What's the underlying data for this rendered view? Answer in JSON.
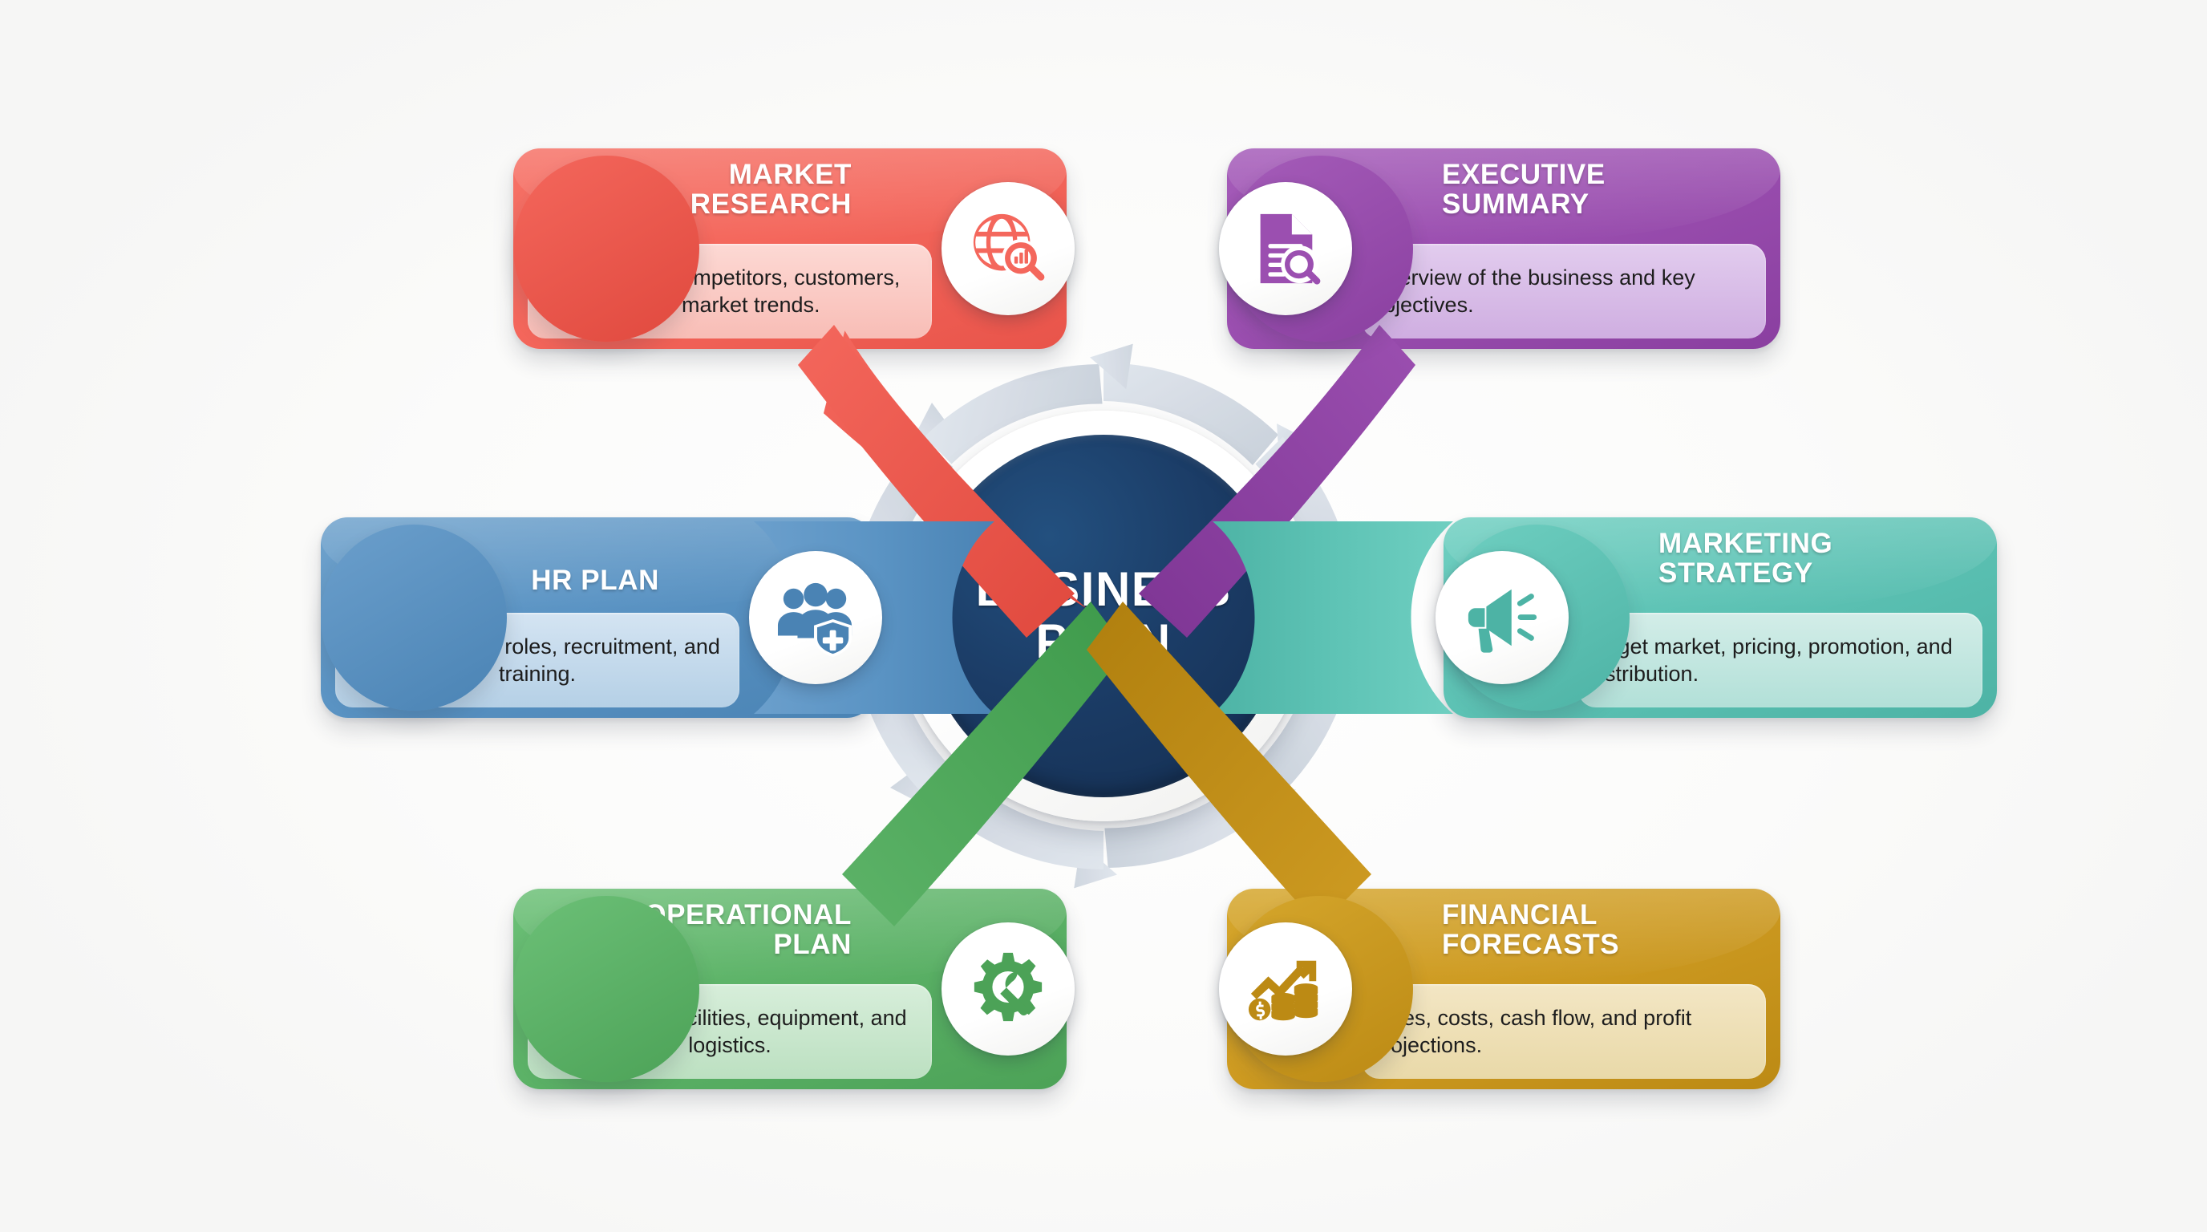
{
  "hub": {
    "line1": "BUSINESS",
    "line2": "PLAN",
    "color": "#1A3A63",
    "ring_color": "#FFFFFF"
  },
  "background_color": "#FDFDFC",
  "nodes": [
    {
      "id": "market-research",
      "title_line1": "MARKET",
      "title_line2": "RESEARCH",
      "description": "Analysis of competitors, customers, and market trends.",
      "icon": "globe-magnifier-chart-icon",
      "color": "#F4675C",
      "color_dark": "#E8544A",
      "panel_color": "#FBC6C0",
      "position": "top-left"
    },
    {
      "id": "executive-summary",
      "title_line1": "EXECUTIVE",
      "title_line2": "SUMMARY",
      "description": "Overview of the business and key objectives.",
      "icon": "document-magnifier-icon",
      "color": "#9B4FB0",
      "color_dark": "#8A3FA0",
      "panel_color": "#D5B4E4",
      "position": "top-right"
    },
    {
      "id": "hr-plan",
      "title_line1": "HR PLAN",
      "title_line2": "",
      "description": "Staffing needs, roles, recruitment, and training.",
      "icon": "people-shield-plus-icon",
      "color": "#5B94C4",
      "color_dark": "#4A83B4",
      "panel_color": "#BAD4E8",
      "position": "middle-left"
    },
    {
      "id": "marketing-strategy",
      "title_line1": "MARKETING",
      "title_line2": "STRATEGY",
      "description": "Target market, pricing, promotion, and distribution.",
      "icon": "megaphone-icon",
      "color": "#5EC3B5",
      "color_dark": "#4DB3A5",
      "panel_color": "#BCE4DE",
      "position": "middle-right"
    },
    {
      "id": "operational-plan",
      "title_line1": "OPERATIONAL",
      "title_line2": "PLAN",
      "description": "Production, facilities, equipment, and logistics.",
      "icon": "gear-wrench-icon",
      "color": "#5DB368",
      "color_dark": "#4CA257",
      "panel_color": "#C3E3C6",
      "position": "bottom-left"
    },
    {
      "id": "financial-forecasts",
      "title_line1": "FINANCIAL",
      "title_line2": "FORECASTS",
      "description": "Sales, costs, cash flow, and profit projections.",
      "icon": "coins-growth-arrow-icon",
      "color": "#CE9B22",
      "color_dark": "#BC8A14",
      "panel_color": "#EDDCAE",
      "position": "bottom-right"
    }
  ]
}
